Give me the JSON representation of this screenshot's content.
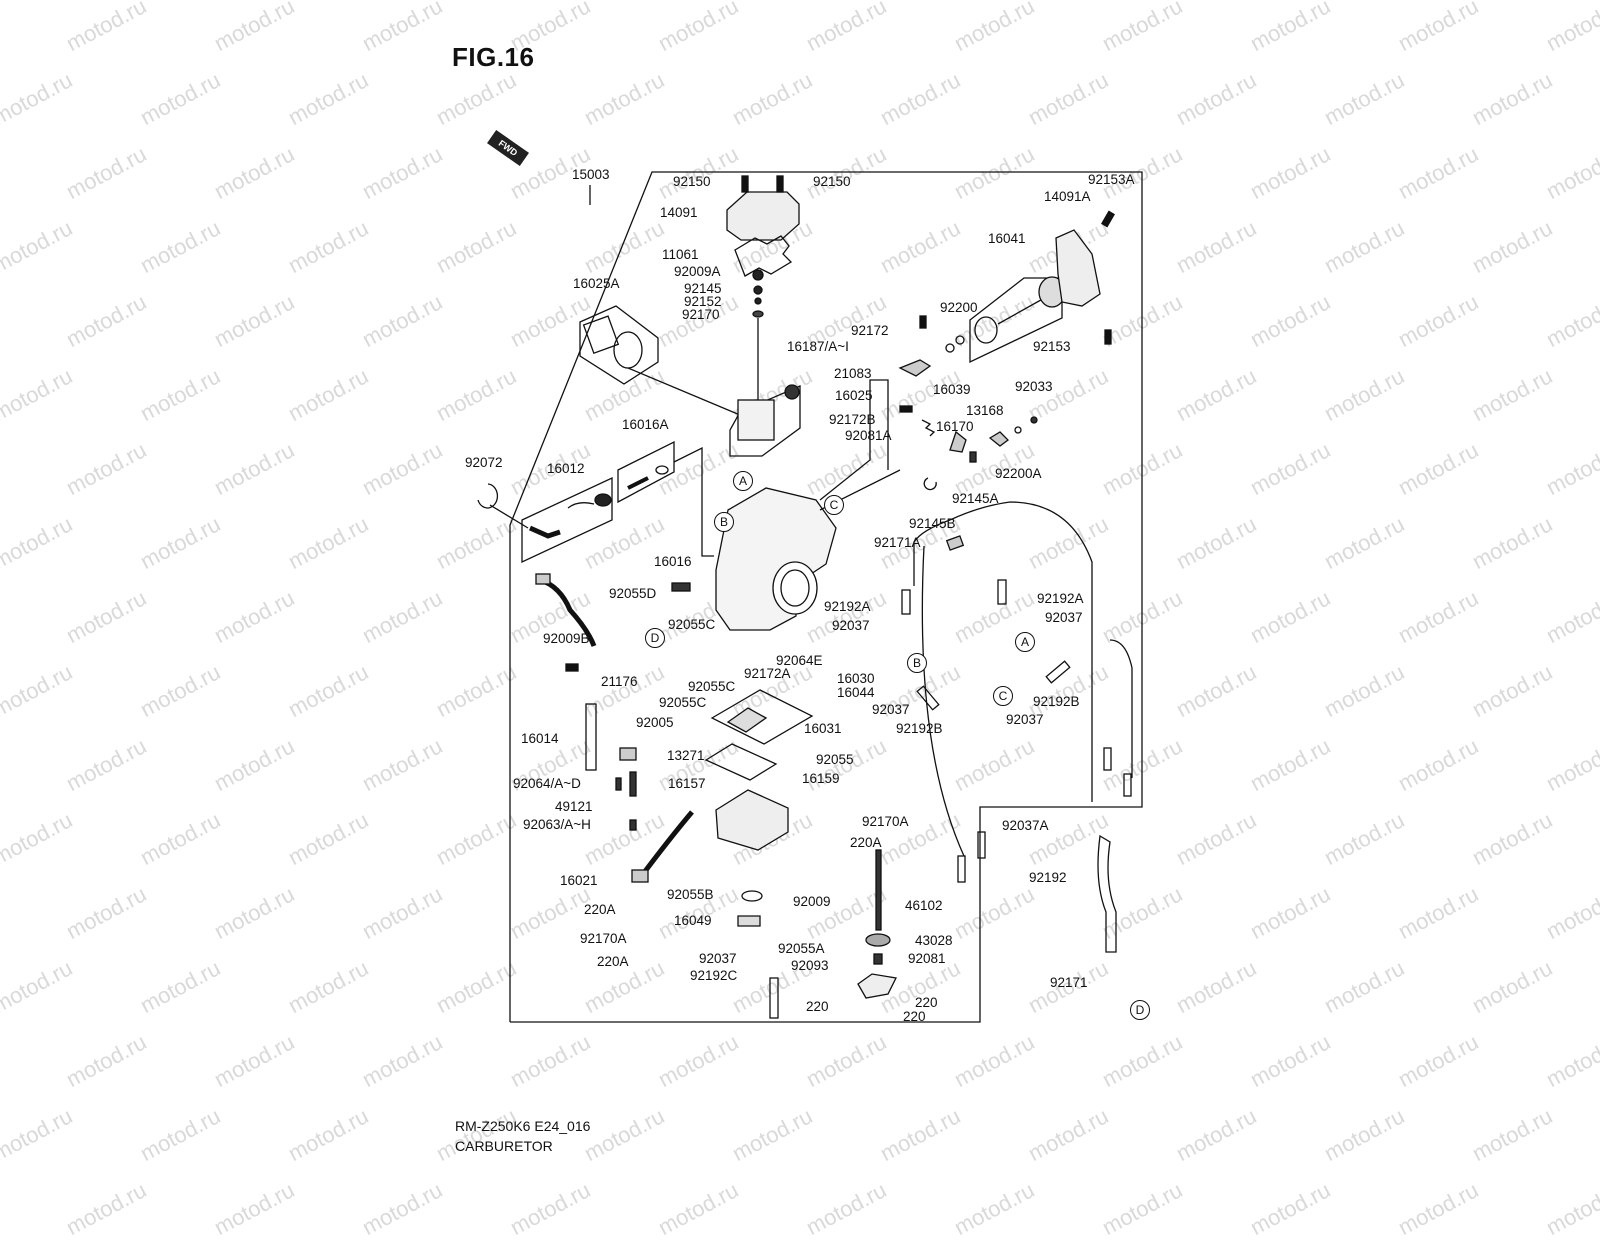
{
  "figure": {
    "title": "FIG.16",
    "model_code": "RM-Z250K6 E24_016",
    "section": "CARBURETOR",
    "direction_marker": "FWD",
    "watermark": "motod.ru"
  },
  "reference_markers": [
    "A",
    "B",
    "C",
    "D"
  ],
  "assembly_label": "15003",
  "parts": [
    {
      "id": "p1",
      "number": "92150"
    },
    {
      "id": "p2",
      "number": "92150"
    },
    {
      "id": "p3",
      "number": "14091"
    },
    {
      "id": "p4",
      "number": "11061"
    },
    {
      "id": "p5",
      "number": "92009A"
    },
    {
      "id": "p6",
      "number": "92145"
    },
    {
      "id": "p7",
      "number": "92152"
    },
    {
      "id": "p8",
      "number": "92170"
    },
    {
      "id": "p9",
      "number": "16187/A~I"
    },
    {
      "id": "p10",
      "number": "16025A"
    },
    {
      "id": "p11",
      "number": "16025"
    },
    {
      "id": "p12",
      "number": "92153A"
    },
    {
      "id": "p13",
      "number": "14091A"
    },
    {
      "id": "p14",
      "number": "16041"
    },
    {
      "id": "p15",
      "number": "92200"
    },
    {
      "id": "p16",
      "number": "92172"
    },
    {
      "id": "p17",
      "number": "92153"
    },
    {
      "id": "p18",
      "number": "21083"
    },
    {
      "id": "p19",
      "number": "16039"
    },
    {
      "id": "p20",
      "number": "92033"
    },
    {
      "id": "p21",
      "number": "92172B"
    },
    {
      "id": "p22",
      "number": "13168"
    },
    {
      "id": "p23",
      "number": "16170"
    },
    {
      "id": "p24",
      "number": "92081A"
    },
    {
      "id": "p25",
      "number": "92200A"
    },
    {
      "id": "p26",
      "number": "92145A"
    },
    {
      "id": "p27",
      "number": "92145B"
    },
    {
      "id": "p28",
      "number": "16016A"
    },
    {
      "id": "p29",
      "number": "92072"
    },
    {
      "id": "p30",
      "number": "16012"
    },
    {
      "id": "p31",
      "number": "16016"
    },
    {
      "id": "p32",
      "number": "92171A"
    },
    {
      "id": "p33",
      "number": "92055D"
    },
    {
      "id": "p34",
      "number": "92192A"
    },
    {
      "id": "p35",
      "number": "92192A"
    },
    {
      "id": "p36",
      "number": "92037"
    },
    {
      "id": "p37",
      "number": "92037"
    },
    {
      "id": "p38",
      "number": "92055C"
    },
    {
      "id": "p39",
      "number": "92009B"
    },
    {
      "id": "p40",
      "number": "92064E"
    },
    {
      "id": "p41",
      "number": "92172A"
    },
    {
      "id": "p42",
      "number": "21176"
    },
    {
      "id": "p43",
      "number": "92055C"
    },
    {
      "id": "p44",
      "number": "16030"
    },
    {
      "id": "p45",
      "number": "92055C"
    },
    {
      "id": "p46",
      "number": "16044"
    },
    {
      "id": "p47",
      "number": "92037"
    },
    {
      "id": "p48",
      "number": "92192B"
    },
    {
      "id": "p49",
      "number": "92037"
    },
    {
      "id": "p50",
      "number": "92005"
    },
    {
      "id": "p51",
      "number": "92192B"
    },
    {
      "id": "p52",
      "number": "16014"
    },
    {
      "id": "p53",
      "number": "16031"
    },
    {
      "id": "p54",
      "number": "13271"
    },
    {
      "id": "p55",
      "number": "92055"
    },
    {
      "id": "p56",
      "number": "92064/A~D"
    },
    {
      "id": "p57",
      "number": "16157"
    },
    {
      "id": "p58",
      "number": "16159"
    },
    {
      "id": "p59",
      "number": "49121"
    },
    {
      "id": "p60",
      "number": "92063/A~H"
    },
    {
      "id": "p61",
      "number": "92170A"
    },
    {
      "id": "p62",
      "number": "220A"
    },
    {
      "id": "p63",
      "number": "92037A"
    },
    {
      "id": "p64",
      "number": "16021"
    },
    {
      "id": "p65",
      "number": "92009"
    },
    {
      "id": "p66",
      "number": "46102"
    },
    {
      "id": "p67",
      "number": "92192"
    },
    {
      "id": "p68",
      "number": "220A"
    },
    {
      "id": "p69",
      "number": "92055B"
    },
    {
      "id": "p70",
      "number": "16049"
    },
    {
      "id": "p71",
      "number": "92170A"
    },
    {
      "id": "p72",
      "number": "43028"
    },
    {
      "id": "p73",
      "number": "92055A"
    },
    {
      "id": "p74",
      "number": "220A"
    },
    {
      "id": "p75",
      "number": "92081"
    },
    {
      "id": "p76",
      "number": "92037"
    },
    {
      "id": "p77",
      "number": "92093"
    },
    {
      "id": "p78",
      "number": "92192C"
    },
    {
      "id": "p79",
      "number": "92171"
    },
    {
      "id": "p80",
      "number": "220"
    },
    {
      "id": "p81",
      "number": "220"
    },
    {
      "id": "p82",
      "number": "220"
    }
  ]
}
